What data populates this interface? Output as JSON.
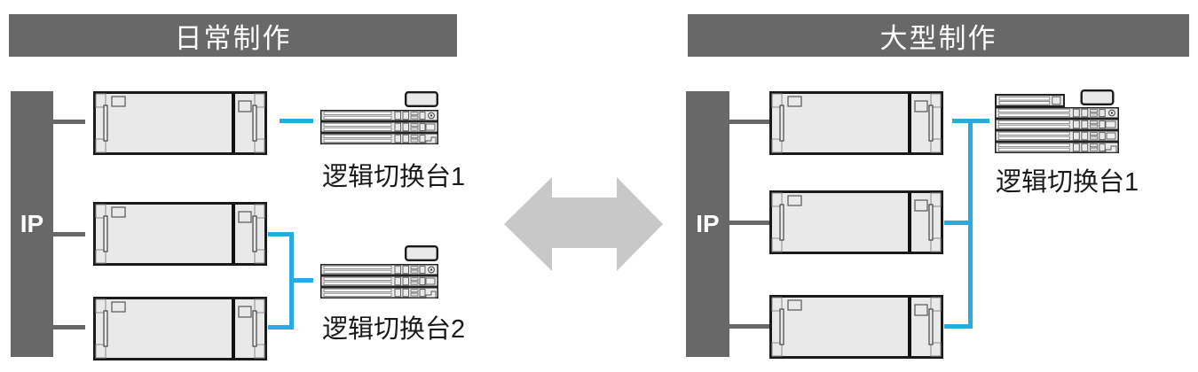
{
  "diagram": {
    "title_left": "日常制作",
    "title_right": "大型制作",
    "left_section": {
      "header": "日常制作",
      "ip_label": "IP",
      "switcher1_label": "逻辑切换台1",
      "switcher2_label": "逻辑切换台2",
      "control_panel_count": 3,
      "logic_switcher_count": 2
    },
    "right_section": {
      "header": "大型制作",
      "ip_label": "IP",
      "switcher1_label": "逻辑切换台1",
      "control_panel_count": 3,
      "logic_switcher_count": 1
    },
    "colors": {
      "header_bg": "#686868",
      "ip_bar_bg": "#686868",
      "connector_gray": "#686868",
      "connector_blue": "#29abe2",
      "arrow_gray": "#c8c8c8",
      "device_fill": "#e9e9e9",
      "device_stroke": "#1a1a1a",
      "background": "#ffffff"
    }
  }
}
